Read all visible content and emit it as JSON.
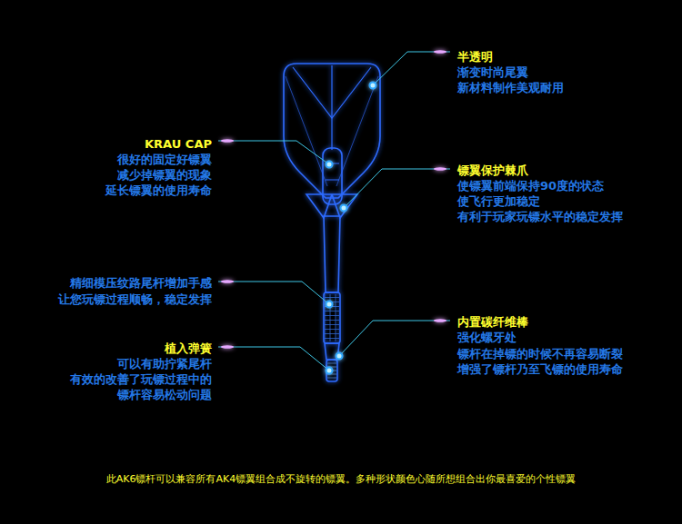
{
  "diagram": {
    "caption": "此AK6镖杆可以兼容所有AK4镖翼组合成不旋转的镖翼。多种形状颜色心随所想组合出你最喜爱的个性镖翼",
    "labels": [
      "半透明",
      "渐变时尚尾翼",
      "新材料制作美观耐用",
      "KRAU CAP",
      "很好的固定好镖翼",
      "减少掉镖翼的现象",
      "延长镖翼的使用寿命",
      "镖翼保护棘爪",
      "使镖翼前端保持90度的状态",
      "使飞行更加稳定",
      "有利于玩家玩镖水平的稳定发挥",
      "精细模压纹路尾杆增加手感",
      "让您玩镖过程顺畅，稳定发挥",
      "植入弹簧",
      "可以有助拧紧尾杆",
      "有效的改善了玩镖过程中的",
      "镖杆容易松动问题",
      "内置碳纤维棒",
      "强化螺牙处",
      "镖杆在掉镖的时候不再容易断裂",
      "增强了镖杆乃至飞镖的使用寿命"
    ]
  }
}
